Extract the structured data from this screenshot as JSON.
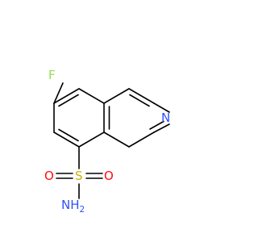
{
  "molecule": {
    "atoms": {
      "fluorine": {
        "label": "F",
        "color": "#90e050"
      },
      "nitrogen_ring": {
        "label": "N",
        "color": "#3050f8"
      },
      "sulfur": {
        "label": "S",
        "color": "#c8b400"
      },
      "oxygen_left": {
        "label": "O",
        "color": "#ff0d0d"
      },
      "oxygen_right": {
        "label": "O",
        "color": "#ff0d0d"
      },
      "amine": {
        "label": "NH",
        "subscript": "2",
        "color": "#3050f8"
      }
    },
    "bond_color": "#000000",
    "background": "#ffffff"
  }
}
